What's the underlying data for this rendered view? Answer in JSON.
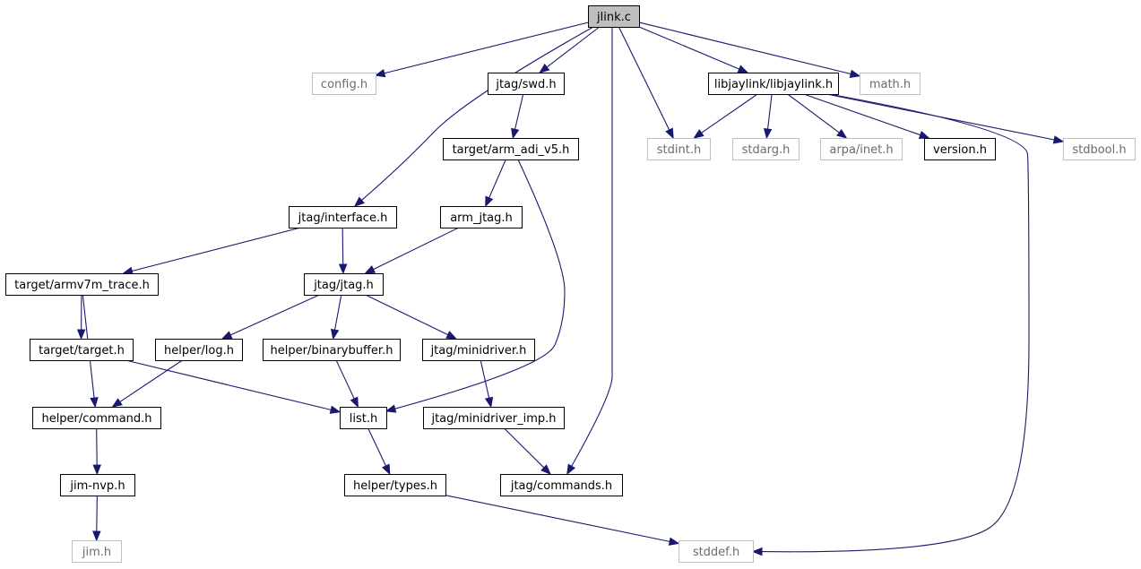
{
  "graph": {
    "root": "jlink.c",
    "nodes": [
      {
        "id": "jlink_c",
        "label": "jlink.c",
        "kind": "root"
      },
      {
        "id": "config_h",
        "label": "config.h",
        "kind": "external"
      },
      {
        "id": "jtag_swd_h",
        "label": "jtag/swd.h",
        "kind": "documented"
      },
      {
        "id": "libjaylink_h",
        "label": "libjaylink/libjaylink.h",
        "kind": "documented"
      },
      {
        "id": "math_h",
        "label": "math.h",
        "kind": "external"
      },
      {
        "id": "target_arm_adi_v5_h",
        "label": "target/arm_adi_v5.h",
        "kind": "documented"
      },
      {
        "id": "stdint_h",
        "label": "stdint.h",
        "kind": "external"
      },
      {
        "id": "stdarg_h",
        "label": "stdarg.h",
        "kind": "external"
      },
      {
        "id": "arpa_inet_h",
        "label": "arpa/inet.h",
        "kind": "external"
      },
      {
        "id": "version_h",
        "label": "version.h",
        "kind": "documented"
      },
      {
        "id": "stdbool_h",
        "label": "stdbool.h",
        "kind": "external"
      },
      {
        "id": "jtag_interface_h",
        "label": "jtag/interface.h",
        "kind": "documented"
      },
      {
        "id": "arm_jtag_h",
        "label": "arm_jtag.h",
        "kind": "documented"
      },
      {
        "id": "target_armv7m_trace_h",
        "label": "target/armv7m_trace.h",
        "kind": "documented"
      },
      {
        "id": "jtag_jtag_h",
        "label": "jtag/jtag.h",
        "kind": "documented"
      },
      {
        "id": "target_target_h",
        "label": "target/target.h",
        "kind": "documented"
      },
      {
        "id": "helper_log_h",
        "label": "helper/log.h",
        "kind": "documented"
      },
      {
        "id": "helper_binarybuffer_h",
        "label": "helper/binarybuffer.h",
        "kind": "documented"
      },
      {
        "id": "jtag_minidriver_h",
        "label": "jtag/minidriver.h",
        "kind": "documented"
      },
      {
        "id": "helper_command_h",
        "label": "helper/command.h",
        "kind": "documented"
      },
      {
        "id": "list_h",
        "label": "list.h",
        "kind": "documented"
      },
      {
        "id": "jtag_minidriver_imp_h",
        "label": "jtag/minidriver_imp.h",
        "kind": "documented"
      },
      {
        "id": "jim_nvp_h",
        "label": "jim-nvp.h",
        "kind": "documented"
      },
      {
        "id": "helper_types_h",
        "label": "helper/types.h",
        "kind": "documented"
      },
      {
        "id": "jtag_commands_h",
        "label": "jtag/commands.h",
        "kind": "documented"
      },
      {
        "id": "jim_h",
        "label": "jim.h",
        "kind": "external"
      },
      {
        "id": "stddef_h",
        "label": "stddef.h",
        "kind": "external"
      }
    ],
    "edges": [
      {
        "from": "jlink_c",
        "to": "config_h"
      },
      {
        "from": "jlink_c",
        "to": "jtag_interface_h"
      },
      {
        "from": "jlink_c",
        "to": "jtag_swd_h"
      },
      {
        "from": "jlink_c",
        "to": "jtag_commands_h"
      },
      {
        "from": "jlink_c",
        "to": "stdint_h"
      },
      {
        "from": "jlink_c",
        "to": "libjaylink_h"
      },
      {
        "from": "jlink_c",
        "to": "math_h"
      },
      {
        "from": "jtag_swd_h",
        "to": "target_arm_adi_v5_h"
      },
      {
        "from": "libjaylink_h",
        "to": "stdint_h"
      },
      {
        "from": "libjaylink_h",
        "to": "stdarg_h"
      },
      {
        "from": "libjaylink_h",
        "to": "arpa_inet_h"
      },
      {
        "from": "libjaylink_h",
        "to": "version_h"
      },
      {
        "from": "libjaylink_h",
        "to": "stdbool_h"
      },
      {
        "from": "libjaylink_h",
        "to": "stddef_h"
      },
      {
        "from": "target_arm_adi_v5_h",
        "to": "arm_jtag_h"
      },
      {
        "from": "target_arm_adi_v5_h",
        "to": "list_h"
      },
      {
        "from": "jtag_interface_h",
        "to": "target_armv7m_trace_h"
      },
      {
        "from": "jtag_interface_h",
        "to": "jtag_jtag_h"
      },
      {
        "from": "arm_jtag_h",
        "to": "jtag_jtag_h"
      },
      {
        "from": "target_armv7m_trace_h",
        "to": "target_target_h"
      },
      {
        "from": "target_armv7m_trace_h",
        "to": "helper_command_h"
      },
      {
        "from": "jtag_jtag_h",
        "to": "helper_log_h"
      },
      {
        "from": "jtag_jtag_h",
        "to": "helper_binarybuffer_h"
      },
      {
        "from": "jtag_jtag_h",
        "to": "jtag_minidriver_h"
      },
      {
        "from": "target_target_h",
        "to": "list_h"
      },
      {
        "from": "helper_log_h",
        "to": "helper_command_h"
      },
      {
        "from": "helper_binarybuffer_h",
        "to": "list_h"
      },
      {
        "from": "jtag_minidriver_h",
        "to": "jtag_minidriver_imp_h"
      },
      {
        "from": "helper_command_h",
        "to": "jim_nvp_h"
      },
      {
        "from": "list_h",
        "to": "helper_types_h"
      },
      {
        "from": "jtag_minidriver_imp_h",
        "to": "jtag_commands_h"
      },
      {
        "from": "jim_nvp_h",
        "to": "jim_h"
      },
      {
        "from": "helper_types_h",
        "to": "stddef_h"
      }
    ]
  },
  "colors": {
    "edge": "#191970",
    "root_fill": "#bfbfbf",
    "external_border": "#bfbfbf",
    "documented_border": "#000000"
  }
}
